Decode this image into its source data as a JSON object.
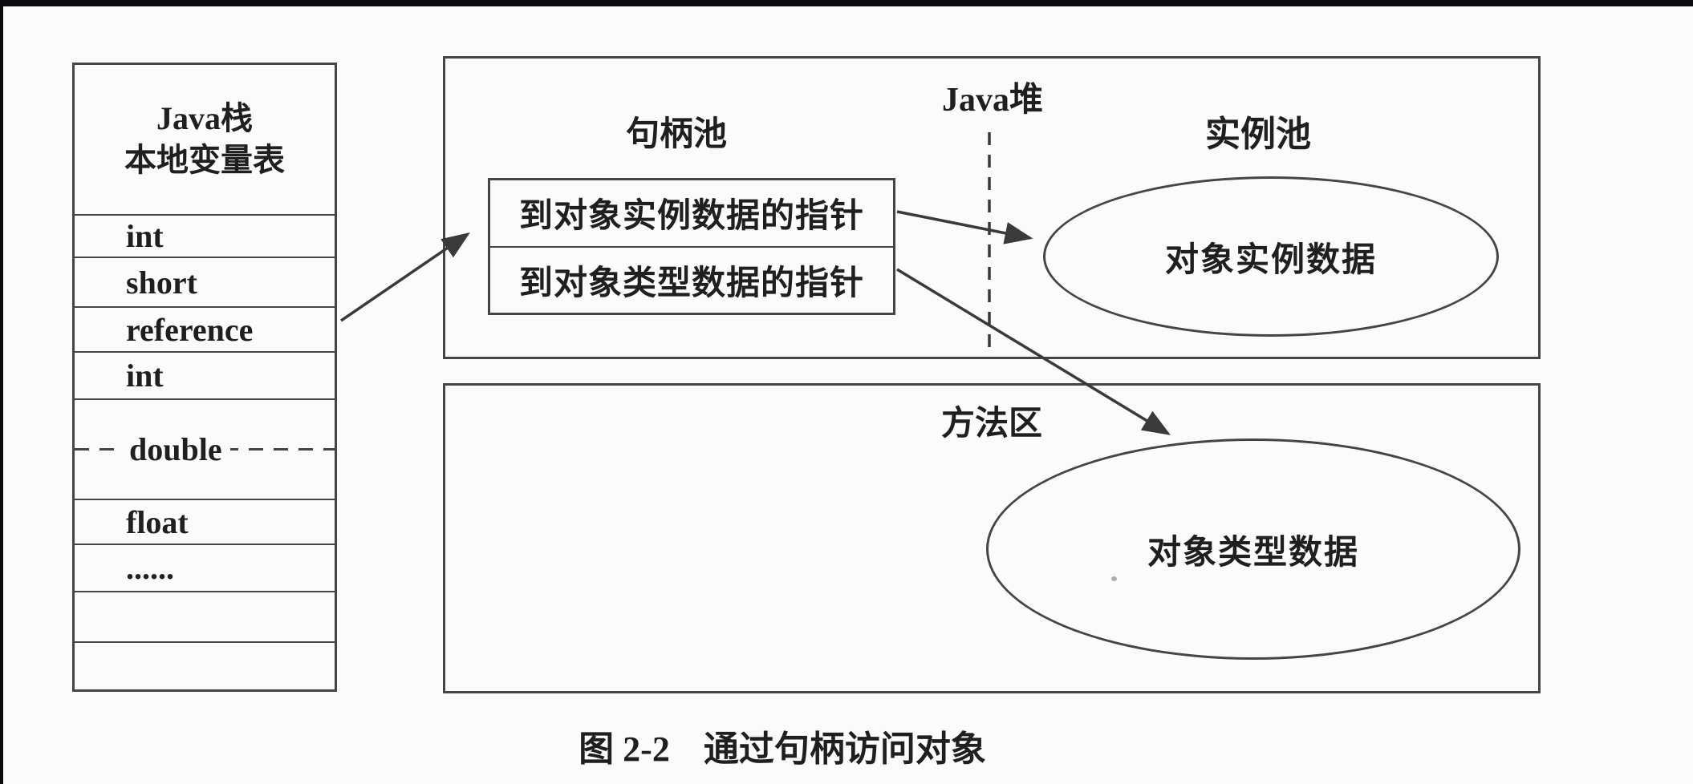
{
  "figure": {
    "caption_prefix": "图 2-2",
    "caption_title": "通过句柄访问对象"
  },
  "java_stack": {
    "title_line1": "Java栈",
    "title_line2": "本地变量表",
    "slots": [
      {
        "label": "int"
      },
      {
        "label": "short"
      },
      {
        "label": "reference"
      },
      {
        "label": "int"
      },
      {
        "label": "double"
      },
      {
        "label": "float"
      },
      {
        "label": "......"
      },
      {
        "label": ""
      },
      {
        "label": ""
      }
    ]
  },
  "java_heap": {
    "title": "Java堆",
    "handle_pool": {
      "label": "句柄池",
      "handle_rows": [
        {
          "text": "到对象实例数据的指针"
        },
        {
          "text": "到对象类型数据的指针"
        }
      ]
    },
    "instance_pool": {
      "label": "实例池",
      "ellipse_text": "对象实例数据"
    }
  },
  "method_area": {
    "title": "方法区",
    "ellipse_text": "对象类型数据"
  },
  "colors": {
    "line": "#454545",
    "text": "#1f1f1f",
    "page_background": "#fbfbfb",
    "scan_edge": "#0b0b10"
  }
}
